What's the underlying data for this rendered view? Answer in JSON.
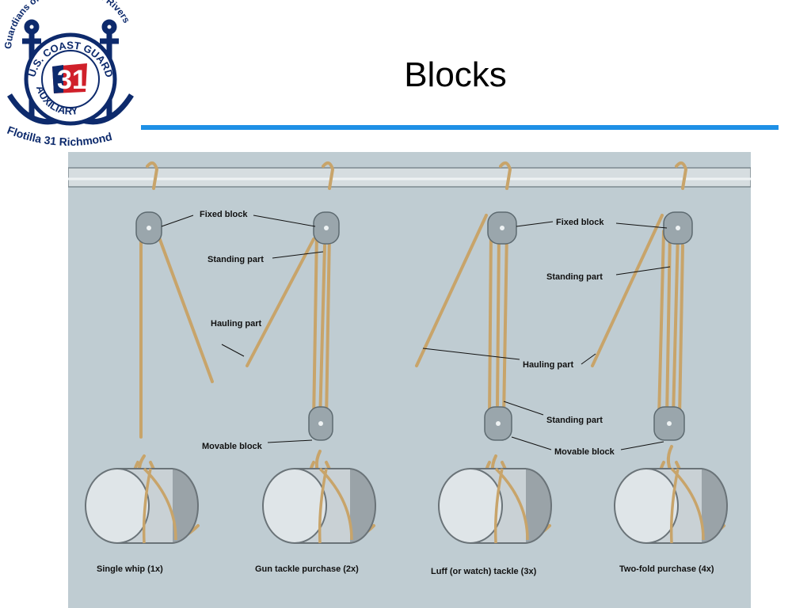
{
  "title": "Blocks",
  "logo": {
    "top_text": "Guardians of our Lakes and Rivers",
    "ring_top": "U.S. COAST GUARD",
    "ring_bottom": "AUXILIARY",
    "number": "31",
    "bottom_text": "Flotilla 31 Richmond"
  },
  "colors": {
    "accent_rule": "#1e90e6",
    "navy": "#0d2a6c",
    "red": "#d0202a",
    "diagram_bg": "#bfccd2",
    "rope": "#c8a46a"
  },
  "diagram": {
    "labels": {
      "fixed_block_1": "Fixed block",
      "standing_part_1": "Standing part",
      "hauling_part_1": "Hauling part",
      "movable_block_1": "Movable block",
      "fixed_block_2": "Fixed block",
      "standing_part_2": "Standing part",
      "hauling_part_2": "Hauling part",
      "standing_part_3": "Standing part",
      "movable_block_2": "Movable block"
    },
    "captions": {
      "single_whip": "Single whip (1x)",
      "gun_tackle": "Gun tackle purchase (2x)",
      "luff_tackle": "Luff (or watch) tackle (3x)",
      "two_fold": "Two-fold purchase (4x)"
    }
  }
}
